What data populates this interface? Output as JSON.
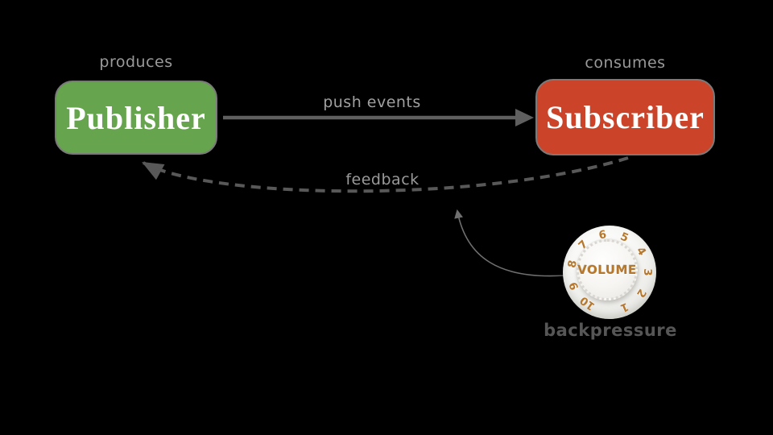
{
  "publisher": {
    "label": "Publisher",
    "caption": "produces",
    "fill": "#67a44e"
  },
  "subscriber": {
    "label": "Subscriber",
    "caption": "consumes",
    "fill": "#cb442a"
  },
  "flows": {
    "push": {
      "label": "push events"
    },
    "feedback": {
      "label": "feedback"
    }
  },
  "knob": {
    "label": "VOLUME",
    "numbers": [
      "1",
      "2",
      "3",
      "4",
      "5",
      "6",
      "7",
      "8",
      "9",
      "10"
    ],
    "caption": "backpressure",
    "accent_color": "#b5782e"
  },
  "colors": {
    "background": "#000000",
    "arrow": "#5f5f5f",
    "dashed_arrow": "#585858",
    "connector": "#6f6f6f",
    "caption_text": "#9a9a9a",
    "box_border": "#7a7a7a",
    "box_text": "#ffffff",
    "backpressure_text": "#565656"
  }
}
